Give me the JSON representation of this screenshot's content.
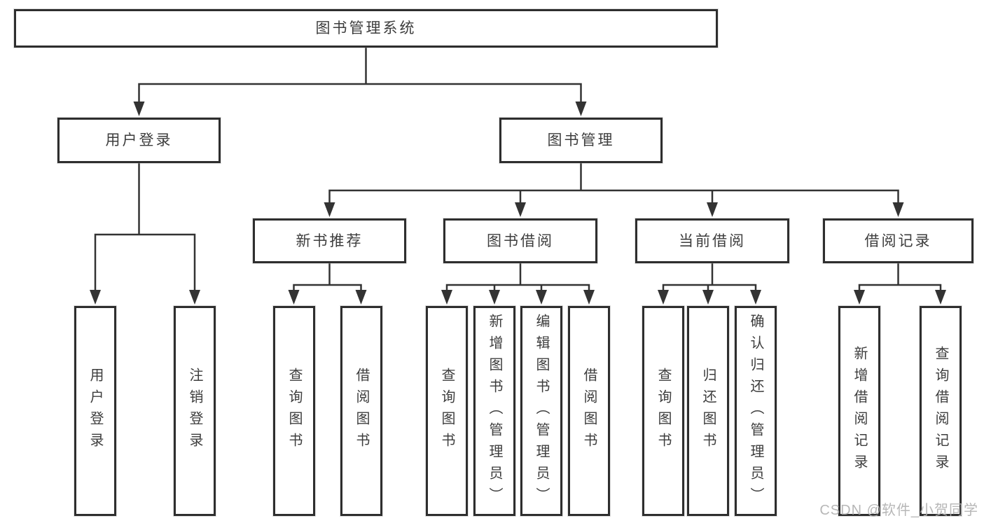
{
  "root": {
    "label": "图书管理系统"
  },
  "branches": [
    {
      "label": "用户登录",
      "children": [
        {
          "label": "用户登录"
        },
        {
          "label": "注销登录"
        }
      ]
    },
    {
      "label": "图书管理",
      "children": [
        {
          "label": "新书推荐",
          "children": [
            {
              "label": "查询图书"
            },
            {
              "label": "借阅图书"
            }
          ]
        },
        {
          "label": "图书借阅",
          "children": [
            {
              "label": "查询图书"
            },
            {
              "label": "新增图书（管理员）"
            },
            {
              "label": "编辑图书（管理员）"
            },
            {
              "label": "借阅图书"
            }
          ]
        },
        {
          "label": "当前借阅",
          "children": [
            {
              "label": "查询图书"
            },
            {
              "label": "归还图书"
            },
            {
              "label": "确认归还（管理员）"
            }
          ]
        },
        {
          "label": "借阅记录",
          "children": [
            {
              "label": "新增借阅记录"
            },
            {
              "label": "查询借阅记录"
            }
          ]
        }
      ]
    }
  ],
  "watermark": "CSDN @软件_小贺同学",
  "colors": {
    "line": "#333333",
    "box_border": "#2e2e2e",
    "text": "#3d3d3d",
    "box_fill": "#ffffff",
    "page_background": "#ffffff",
    "watermark": "#afafaf"
  }
}
